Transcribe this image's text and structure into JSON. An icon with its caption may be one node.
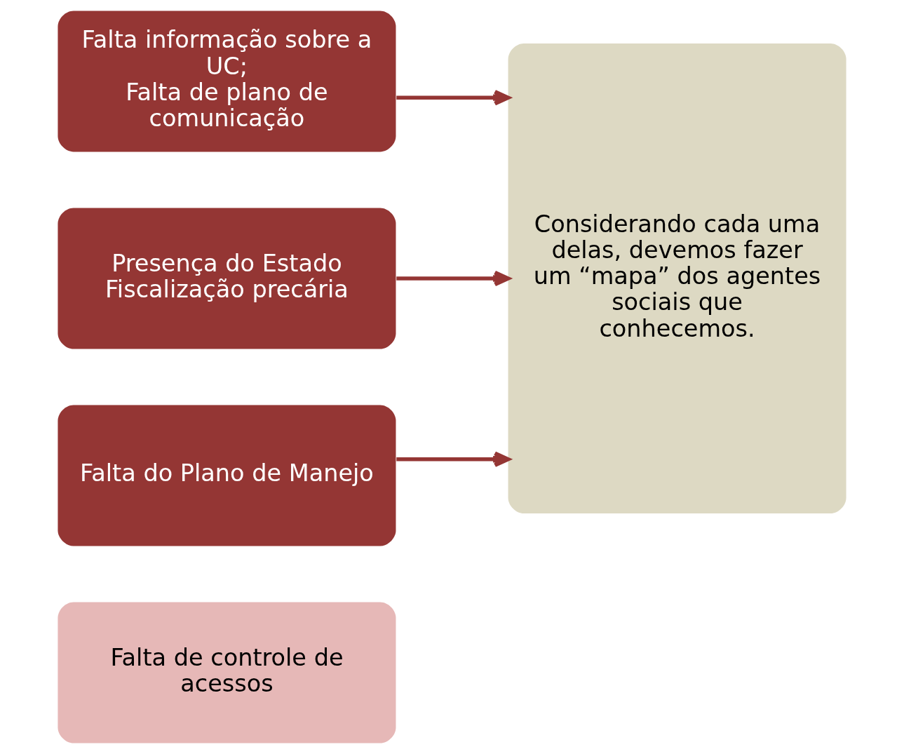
{
  "diagram": {
    "nodes": [
      {
        "text": [
          "Falta informação sobre a UC;",
          "Falta de plano de comunicação"
        ]
      },
      {
        "text": [
          "Presença do Estado",
          "Fiscalização precária"
        ]
      },
      {
        "text": [
          "Falta do Plano de Manejo"
        ]
      },
      {
        "text": [
          "Falta de controle de acessos"
        ]
      },
      {
        "text": [
          "Considerando cada uma delas, devemos fazer um “mapa” dos agentes sociais que conhecemos."
        ]
      }
    ],
    "edges": [
      {
        "from": 0,
        "to": 4,
        "arrow": "to"
      },
      {
        "from": 1,
        "to": 4,
        "arrow": "to"
      },
      {
        "from": 2,
        "to": 4,
        "arrow": "to"
      }
    ]
  }
}
